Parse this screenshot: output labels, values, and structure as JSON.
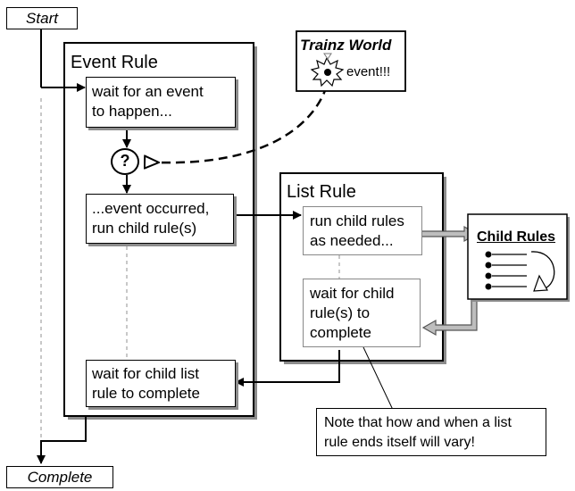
{
  "start": "Start",
  "complete": "Complete",
  "event_rule": {
    "title": "Event Rule",
    "wait_event": [
      "wait for an event",
      "to happen..."
    ],
    "decision": "?",
    "event_occurred": [
      "...event occurred,",
      "run child rule(s)"
    ],
    "wait_child_list": [
      "wait for child list",
      "rule to complete"
    ]
  },
  "trainz_world": {
    "title": "Trainz World",
    "event_label": "event!!!"
  },
  "list_rule": {
    "title": "List Rule",
    "run_child": [
      "run child rules",
      "as needed..."
    ],
    "wait_child": [
      "wait for child",
      "rule(s) to",
      "complete"
    ]
  },
  "child_rules": {
    "title": "Child Rules"
  },
  "note": [
    "Note that how and when a list",
    "rule ends itself will vary!"
  ]
}
